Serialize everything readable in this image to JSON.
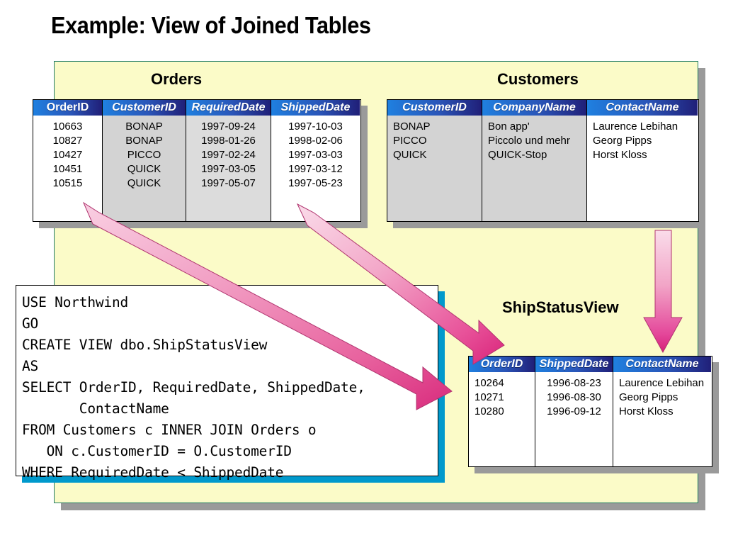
{
  "slide": {
    "title": "Example: View of Joined Tables",
    "panel_color": "#fbfbc8",
    "panel_border_color": "#1f7a63"
  },
  "captions": {
    "orders": "Orders",
    "customers": "Customers",
    "ship_status_view": "ShipStatusView"
  },
  "tables": {
    "orders": {
      "name": "Orders",
      "columns": [
        {
          "header": "OrderID",
          "italic": false,
          "align": "c",
          "bg": "bg-white"
        },
        {
          "header": "CustomerID",
          "italic": true,
          "align": "c",
          "bg": "bg-gray1"
        },
        {
          "header": "RequiredDate",
          "italic": true,
          "align": "c",
          "bg": "bg-gray2"
        },
        {
          "header": "ShippedDate",
          "italic": true,
          "align": "c",
          "bg": "bg-white"
        }
      ],
      "rows": [
        [
          "10663",
          "BONAP",
          "1997-09-24",
          "1997-10-03"
        ],
        [
          "10827",
          "BONAP",
          "1998-01-26",
          "1998-02-06"
        ],
        [
          "10427",
          "PICCO",
          "1997-02-24",
          "1997-03-03"
        ],
        [
          "10451",
          "QUICK",
          "1997-03-05",
          "1997-03-12"
        ],
        [
          "10515",
          "QUICK",
          "1997-05-07",
          "1997-05-23"
        ]
      ]
    },
    "customers": {
      "name": "Customers",
      "columns": [
        {
          "header": "CustomerID",
          "italic": true,
          "align": "l",
          "bg": "bg-gray1"
        },
        {
          "header": "CompanyName",
          "italic": true,
          "align": "l",
          "bg": "bg-gray1"
        },
        {
          "header": "ContactName",
          "italic": true,
          "align": "l",
          "bg": "bg-white"
        }
      ],
      "rows": [
        [
          "BONAP",
          "Bon app'",
          "Laurence Lebihan"
        ],
        [
          "PICCO",
          "Piccolo und mehr",
          "Georg Pipps"
        ],
        [
          "QUICK",
          "QUICK-Stop",
          "Horst Kloss"
        ]
      ]
    },
    "ship_status_view": {
      "name": "ShipStatusView",
      "columns": [
        {
          "header": "OrderID",
          "italic": true,
          "align": "l",
          "bg": "bg-white"
        },
        {
          "header": "ShippedDate",
          "italic": true,
          "align": "c",
          "bg": "bg-white"
        },
        {
          "header": "ContactName",
          "italic": true,
          "align": "l",
          "bg": "bg-white"
        }
      ],
      "rows": [
        [
          "10264",
          "1996-08-23",
          "Laurence Lebihan"
        ],
        [
          "10271",
          "1996-08-30",
          "Georg Pipps"
        ],
        [
          "10280",
          "1996-09-12",
          "Horst Kloss"
        ]
      ]
    }
  },
  "sql": {
    "code": "USE Northwind\nGO\nCREATE VIEW dbo.ShipStatusView\nAS\nSELECT OrderID, RequiredDate, ShippedDate,\n       ContactName\nFROM Customers c INNER JOIN Orders o\n   ON c.CustomerID = O.CustomerID\nWHERE RequiredDate < ShippedDate",
    "shadow_color": "#0099cc"
  },
  "arrows": {
    "accent_light": "#f7bdd6",
    "accent_dark": "#dd3384",
    "items": [
      {
        "name": "orders-to-view-arrow",
        "from": "Orders table",
        "to": "ShipStatusView table"
      },
      {
        "name": "shipped-to-view-arrow",
        "from": "ShippedDate column",
        "to": "ShipStatusView table"
      },
      {
        "name": "customers-to-view-arrow",
        "from": "Customers table",
        "to": "ShipStatusView table"
      }
    ]
  }
}
